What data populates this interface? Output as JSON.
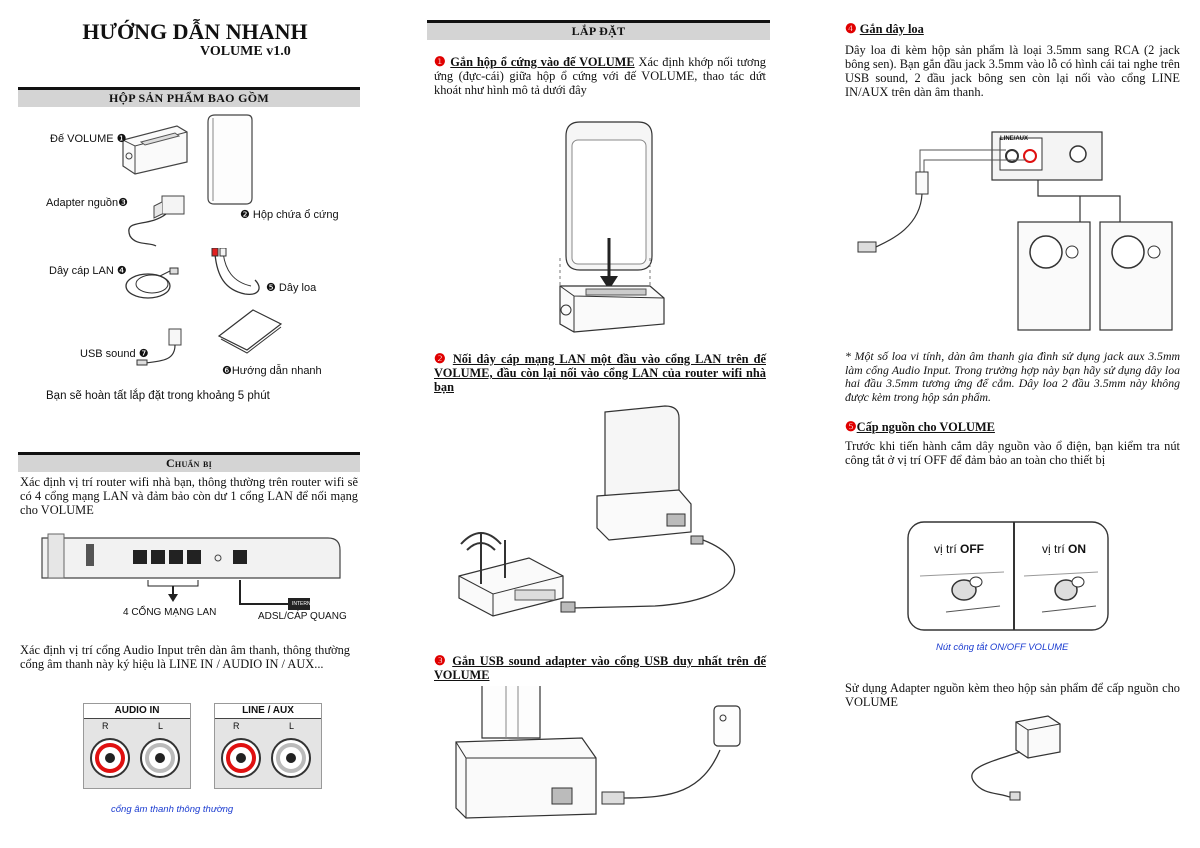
{
  "header": {
    "title": "HƯỚNG DẪN NHANH",
    "subtitle": "VOLUME v1.0"
  },
  "contents": {
    "heading": "HỘP SẢN PHẨM BAO GỒM",
    "items": {
      "base": "Đế VOLUME ❶",
      "case": "❷ Hộp chứa ổ cứng",
      "adapter": "Adapter nguồn❸",
      "lan": "Dây cáp LAN ❹",
      "speaker": "❺ Dây loa",
      "usb": "USB sound ❼",
      "guide": "❻Hướng dẫn nhanh"
    },
    "note": "Bạn sẽ hoàn tất lắp đặt trong khoảng 5 phút"
  },
  "prepare": {
    "heading": "Chuẩn bị",
    "text1": "Xác định vị trí router wifi nhà bạn, thông thường trên router wifi sẽ có 4 cổng mạng LAN và đảm bảo còn dư 1 cổng LAN để nối mạng cho VOLUME",
    "router_label_lan": "4 CỔNG MẠNG LAN",
    "router_label_adsl": "ADSL/CÁP QUANG",
    "router_label_internet": "INTERNET",
    "text2": "Xác định vị trí cổng Audio Input trên dàn âm thanh, thông thường cổng âm thanh này ký hiệu là LINE IN / AUDIO IN / AUX...",
    "panel_left_title": "AUDIO IN",
    "panel_right_title": "LINE / AUX",
    "r": "R",
    "l": "L",
    "caption": "cổng âm thanh thông thường"
  },
  "install": {
    "heading": "LẮP ĐẶT",
    "step1_num": "❶",
    "step1_bold": "Gắn hộp ổ cứng vào đế VOLUME",
    "step1_rest": " Xác định khớp nối tương ứng (đực-cái) giữa hộp ổ cứng với đế VOLUME, thao tác dứt khoát như hình mô tả dưới đây",
    "step2_num": "❷",
    "step2_bold": "Nối dây cáp mạng LAN một đầu vào cổng LAN trên đế VOLUME, đầu còn lại nối vào cổng LAN của router wifi nhà bạn",
    "step3_num": "❸",
    "step3_bold": "Gắn USB sound adapter vào cổng USB duy nhất trên đế VOLUME"
  },
  "speaker": {
    "step4_num": "❹",
    "step4_bold": "Gắn dây loa",
    "step4_text": "Dây loa đi kèm hộp sản phẩm là loại 3.5mm sang RCA (2 jack bông sen). Bạn gắn đầu jack 3.5mm vào lỗ có hình cái tai nghe trên USB sound, 2 đầu jack bông sen còn lại nối vào cổng LINE IN/AUX trên dàn âm thanh.",
    "panel_label": "LINE/AUX",
    "note": "* Một số loa vi tính, dàn âm thanh gia đình sử dụng jack aux 3.5mm làm cổng Audio Input. Trong trường hợp này bạn hãy sử dụng dây loa hai đầu 3.5mm tương ứng để cắm. Dây loa 2 đầu 3.5mm này không được kèm trong hộp sản phẩm.",
    "step5_num": "❺",
    "step5_bold": "Cấp nguồn cho VOLUME",
    "step5_text": "Trước khi tiến hành cắm dây nguồn vào ổ điện, bạn kiểm tra nút công tắt ở vị trí OFF để đảm bảo an toàn cho thiết bị",
    "switch_off_prefix": "vị trí ",
    "switch_off": "OFF",
    "switch_on_prefix": "vị trí ",
    "switch_on": "ON",
    "switch_caption": "Nút công tắt ON/OFF VOLUME",
    "adapter_text": "Sử dụng Adapter nguồn kèm theo hộp sản phẩm để cấp nguồn cho VOLUME"
  }
}
